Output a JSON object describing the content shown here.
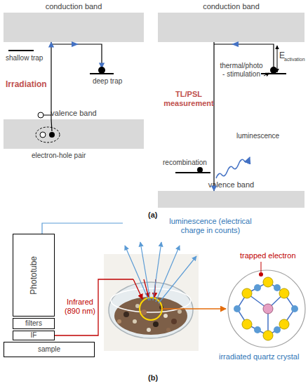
{
  "diagram": {
    "nodes": [
      {
        "text": [
          "conduction band"
        ]
      },
      {
        "text": [
          "valence band"
        ]
      },
      {
        "text": [
          "conduction band"
        ]
      },
      {
        "text": [
          "valence band"
        ]
      },
      {
        "text": [
          "Phototube"
        ]
      },
      {
        "text": [
          "filters"
        ]
      },
      {
        "text": [
          "IF"
        ]
      },
      {
        "text": [
          "sample"
        ]
      }
    ],
    "edges": [
      {
        "from": 1,
        "to": 0,
        "arrow": "to"
      },
      {
        "from": 2,
        "to": 3,
        "arrow": "to"
      }
    ],
    "labels": [
      "shallow trap",
      "deep trap",
      "Irradiation",
      "electron-hole pair",
      "E",
      "activation",
      "thermal/photo - stimulation",
      "TL/PSL measurement",
      "luminescence",
      "recombination",
      "(a)",
      "luminescence (electrical charge in counts)",
      "Infrared (890 nm)",
      "trapped electron",
      "irradiated quartz crystal",
      "(b)"
    ]
  }
}
